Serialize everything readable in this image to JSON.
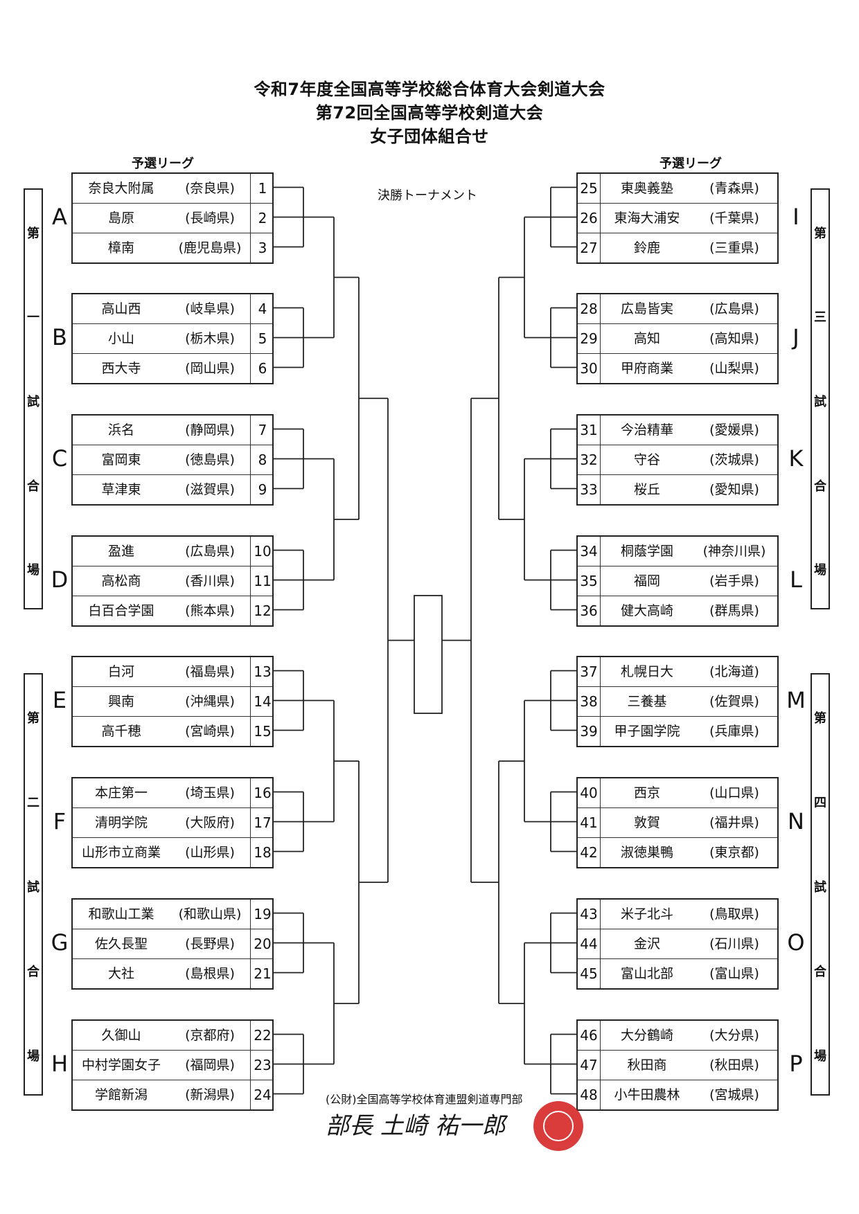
{
  "title": {
    "line1": "令和7年度全国高等学校総合体育大会剣道大会",
    "line2": "第72回全国高等学校剣道大会",
    "line3": "女子団体組合せ"
  },
  "labels": {
    "prelim_left": "予選リーグ",
    "prelim_right": "予選リーグ",
    "final": "決勝トーナメント"
  },
  "venues": [
    {
      "chars": [
        "第",
        "一",
        "試",
        "合",
        "場"
      ]
    },
    {
      "chars": [
        "第",
        "二",
        "試",
        "合",
        "場"
      ]
    },
    {
      "chars": [
        "第",
        "三",
        "試",
        "合",
        "場"
      ]
    },
    {
      "chars": [
        "第",
        "四",
        "試",
        "合",
        "場"
      ]
    }
  ],
  "groups": [
    {
      "letter": "A",
      "teams": [
        {
          "num": "1",
          "name": "奈良大附属",
          "pref": "(奈良県)"
        },
        {
          "num": "2",
          "name": "島原",
          "pref": "(長崎県)"
        },
        {
          "num": "3",
          "name": "樟南",
          "pref": "(鹿児島県)"
        }
      ]
    },
    {
      "letter": "B",
      "teams": [
        {
          "num": "4",
          "name": "高山西",
          "pref": "(岐阜県)"
        },
        {
          "num": "5",
          "name": "小山",
          "pref": "(栃木県)"
        },
        {
          "num": "6",
          "name": "西大寺",
          "pref": "(岡山県)"
        }
      ]
    },
    {
      "letter": "C",
      "teams": [
        {
          "num": "7",
          "name": "浜名",
          "pref": "(静岡県)"
        },
        {
          "num": "8",
          "name": "富岡東",
          "pref": "(徳島県)"
        },
        {
          "num": "9",
          "name": "草津東",
          "pref": "(滋賀県)"
        }
      ]
    },
    {
      "letter": "D",
      "teams": [
        {
          "num": "10",
          "name": "盈進",
          "pref": "(広島県)"
        },
        {
          "num": "11",
          "name": "高松商",
          "pref": "(香川県)"
        },
        {
          "num": "12",
          "name": "白百合学園",
          "pref": "(熊本県)"
        }
      ]
    },
    {
      "letter": "E",
      "teams": [
        {
          "num": "13",
          "name": "白河",
          "pref": "(福島県)"
        },
        {
          "num": "14",
          "name": "興南",
          "pref": "(沖縄県)"
        },
        {
          "num": "15",
          "name": "高千穂",
          "pref": "(宮崎県)"
        }
      ]
    },
    {
      "letter": "F",
      "teams": [
        {
          "num": "16",
          "name": "本庄第一",
          "pref": "(埼玉県)"
        },
        {
          "num": "17",
          "name": "清明学院",
          "pref": "(大阪府)"
        },
        {
          "num": "18",
          "name": "山形市立商業",
          "pref": "(山形県)"
        }
      ]
    },
    {
      "letter": "G",
      "teams": [
        {
          "num": "19",
          "name": "和歌山工業",
          "pref": "(和歌山県)"
        },
        {
          "num": "20",
          "name": "佐久長聖",
          "pref": "(長野県)"
        },
        {
          "num": "21",
          "name": "大社",
          "pref": "(島根県)"
        }
      ]
    },
    {
      "letter": "H",
      "teams": [
        {
          "num": "22",
          "name": "久御山",
          "pref": "(京都府)"
        },
        {
          "num": "23",
          "name": "中村学園女子",
          "pref": "(福岡県)"
        },
        {
          "num": "24",
          "name": "学館新潟",
          "pref": "(新潟県)"
        }
      ]
    },
    {
      "letter": "I",
      "teams": [
        {
          "num": "25",
          "name": "東奥義塾",
          "pref": "(青森県)"
        },
        {
          "num": "26",
          "name": "東海大浦安",
          "pref": "(千葉県)"
        },
        {
          "num": "27",
          "name": "鈴鹿",
          "pref": "(三重県)"
        }
      ]
    },
    {
      "letter": "J",
      "teams": [
        {
          "num": "28",
          "name": "広島皆実",
          "pref": "(広島県)"
        },
        {
          "num": "29",
          "name": "高知",
          "pref": "(高知県)"
        },
        {
          "num": "30",
          "name": "甲府商業",
          "pref": "(山梨県)"
        }
      ]
    },
    {
      "letter": "K",
      "teams": [
        {
          "num": "31",
          "name": "今治精華",
          "pref": "(愛媛県)"
        },
        {
          "num": "32",
          "name": "守谷",
          "pref": "(茨城県)"
        },
        {
          "num": "33",
          "name": "桜丘",
          "pref": "(愛知県)"
        }
      ]
    },
    {
      "letter": "L",
      "teams": [
        {
          "num": "34",
          "name": "桐蔭学園",
          "pref": "(神奈川県)"
        },
        {
          "num": "35",
          "name": "福岡",
          "pref": "(岩手県)"
        },
        {
          "num": "36",
          "name": "健大高崎",
          "pref": "(群馬県)"
        }
      ]
    },
    {
      "letter": "M",
      "teams": [
        {
          "num": "37",
          "name": "札幌日大",
          "pref": "(北海道)"
        },
        {
          "num": "38",
          "name": "三養基",
          "pref": "(佐賀県)"
        },
        {
          "num": "39",
          "name": "甲子園学院",
          "pref": "(兵庫県)"
        }
      ]
    },
    {
      "letter": "N",
      "teams": [
        {
          "num": "40",
          "name": "西京",
          "pref": "(山口県)"
        },
        {
          "num": "41",
          "name": "敦賀",
          "pref": "(福井県)"
        },
        {
          "num": "42",
          "name": "淑徳巣鴨",
          "pref": "(東京都)"
        }
      ]
    },
    {
      "letter": "O",
      "teams": [
        {
          "num": "43",
          "name": "米子北斗",
          "pref": "(鳥取県)"
        },
        {
          "num": "44",
          "name": "金沢",
          "pref": "(石川県)"
        },
        {
          "num": "45",
          "name": "富山北部",
          "pref": "(富山県)"
        }
      ]
    },
    {
      "letter": "P",
      "teams": [
        {
          "num": "46",
          "name": "大分鶴崎",
          "pref": "(大分県)"
        },
        {
          "num": "47",
          "name": "秋田商",
          "pref": "(秋田県)"
        },
        {
          "num": "48",
          "name": "小牛田農林",
          "pref": "(宮城県)"
        }
      ]
    }
  ],
  "footer": {
    "org": "(公財)全国高等学校体育連盟剣道専門部",
    "signature": "部長 土崎 祐一郎"
  }
}
